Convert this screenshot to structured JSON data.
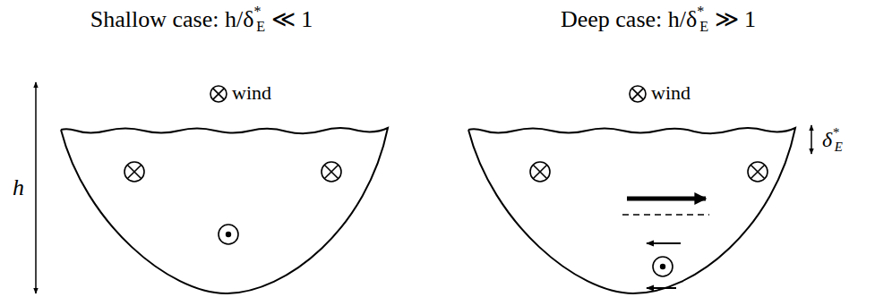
{
  "diagram": {
    "labels": [
      "Shallow case: h/δ*E ≪ 1",
      "Deep case: h/δ*E ≫ 1",
      "wind",
      "wind",
      "h",
      "δ*E"
    ]
  }
}
